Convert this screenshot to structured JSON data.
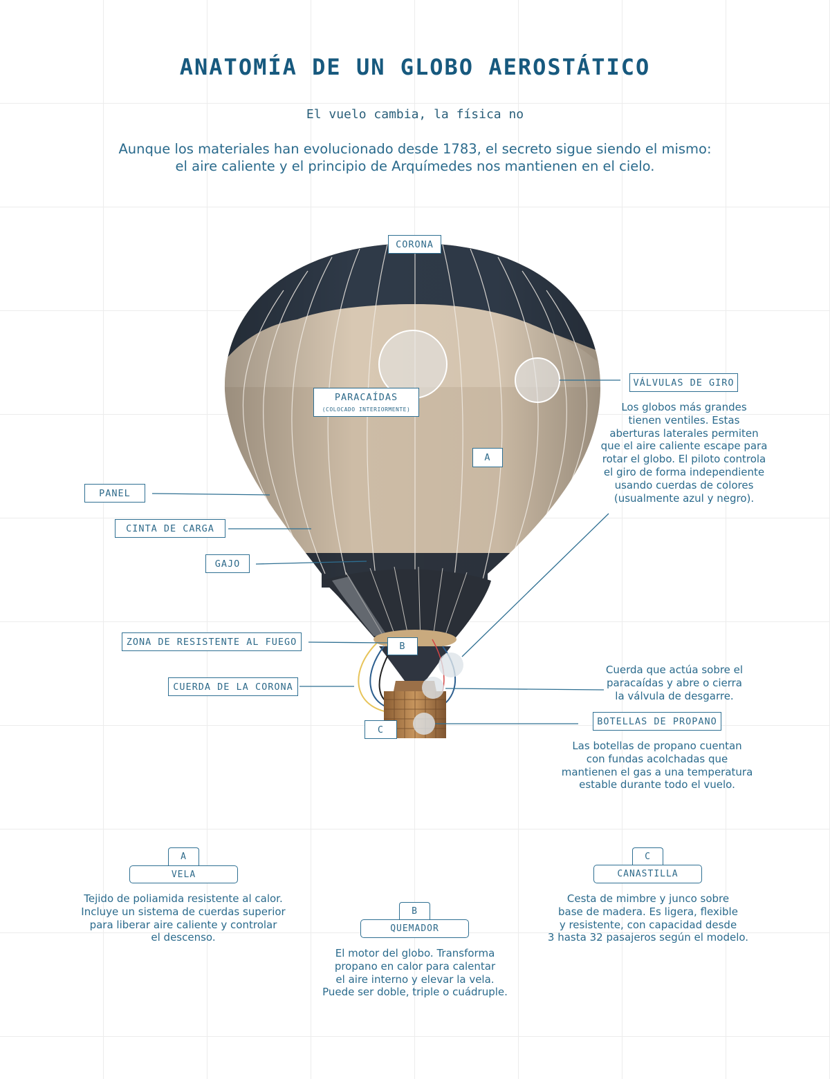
{
  "title": "ANATOMÍA DE UN GLOBO AEROSTÁTICO",
  "subtitle": "El vuelo cambia, la física no",
  "intro": [
    "Aunque los materiales han evolucionado desde 1783, el secreto sigue siendo el mismo:",
    "el aire caliente y el principio de Arquímedes nos mantienen en el cielo."
  ],
  "labels": {
    "corona": "CORONA",
    "valvulas": "VÁLVULAS DE GIRO",
    "paracaidas": "PARACAÍDAS",
    "paracaidas_note": "(COLOCADO INTERIORMENTE)",
    "marker_a": "A",
    "panel": "PANEL",
    "cinta": "CINTA DE CARGA",
    "gajo": "GAJO",
    "zona": "ZONA DE RESISTENTE AL FUEGO",
    "marker_b": "B",
    "cuerda": "CUERDA DE LA CORONA",
    "botellas": "BOTELLAS DE PROPANO",
    "marker_c": "C"
  },
  "descriptions": {
    "valvulas": [
      "Los globos más grandes",
      "tienen ventiles. Estas",
      "aberturas laterales permiten",
      "que el aire caliente escape para",
      "rotar el globo. El piloto controla",
      "el giro de forma independiente",
      "usando cuerdas de colores",
      "(usualmente azul y negro)."
    ],
    "cuerda": [
      "Cuerda que actúa sobre el",
      "paracaídas y abre o cierra",
      "la válvula de desgarre."
    ],
    "botellas": [
      "Las botellas de propano cuentan",
      "con fundas acolchadas que",
      "mantienen el gas a una temperatura",
      "estable durante todo el vuelo."
    ]
  },
  "legend": [
    {
      "letter": "A",
      "name": "VELA",
      "text": [
        "Tejido de poliamida resistente al calor.",
        "Incluye un sistema de cuerdas superior",
        "para liberar aire caliente y controlar",
        "el descenso."
      ]
    },
    {
      "letter": "B",
      "name": "QUEMADOR",
      "text": [
        "El motor del globo. Transforma",
        "propano en calor para calentar",
        "el aire interno y elevar la vela.",
        "Puede ser doble, triple o cuádruple."
      ]
    },
    {
      "letter": "C",
      "name": "CANASTILLA",
      "text": [
        "Cesta de mimbre y junco sobre",
        "base de madera. Es ligera, flexible",
        "y resistente, con capacidad desde",
        "3 hasta 32 pasajeros según el modelo."
      ]
    }
  ],
  "colors": {
    "accent": "#1d5b7c",
    "envelope_dark": "#2f3a48",
    "envelope_light": "#c9b8a2",
    "basket": "#a8794a"
  }
}
